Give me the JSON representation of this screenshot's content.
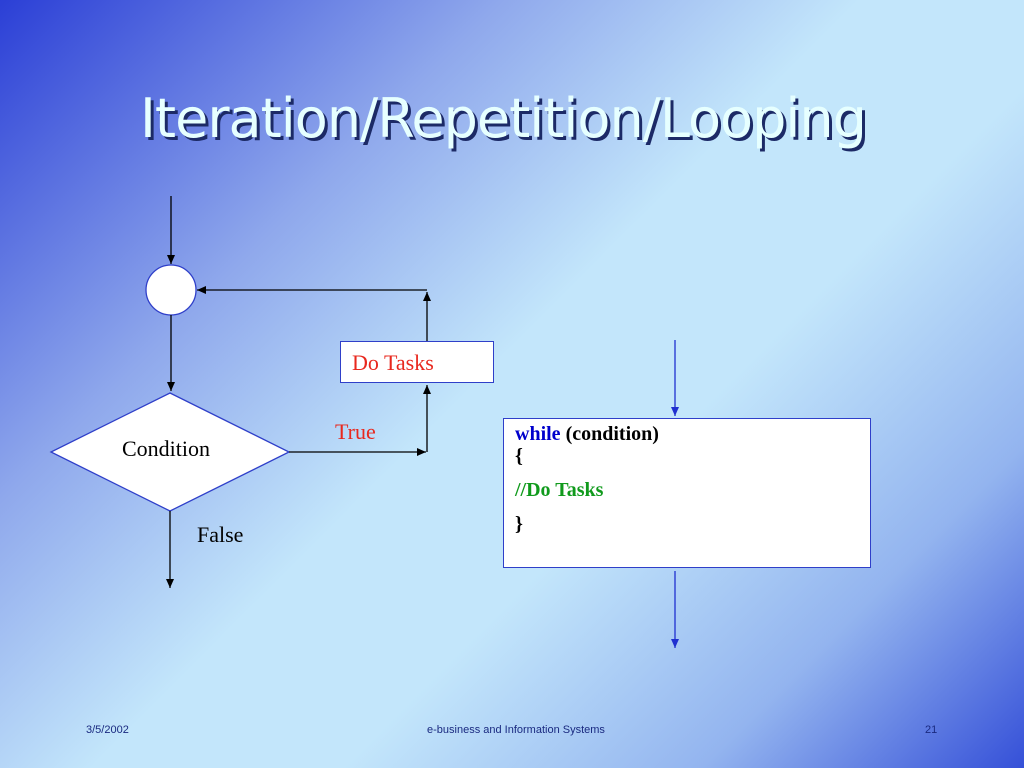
{
  "slide": {
    "title": "Iteration/Repetition/Looping",
    "flowchart": {
      "condition_label": "Condition",
      "true_label": "True",
      "false_label": "False",
      "task_label": "Do Tasks"
    },
    "code": {
      "keyword": "while",
      "condition": "(condition)",
      "open_brace": "{",
      "comment": "//Do Tasks",
      "close_brace": "}"
    },
    "footer": {
      "date": "3/5/2002",
      "center": "e-business and Information Systems",
      "page": "21"
    },
    "colors": {
      "line": "#000000",
      "shape_border": "#2f3fc9",
      "true_text": "#e8281e",
      "keyword": "#0000cc",
      "comment": "#109a1c",
      "code_arrow": "#2030d0"
    }
  }
}
